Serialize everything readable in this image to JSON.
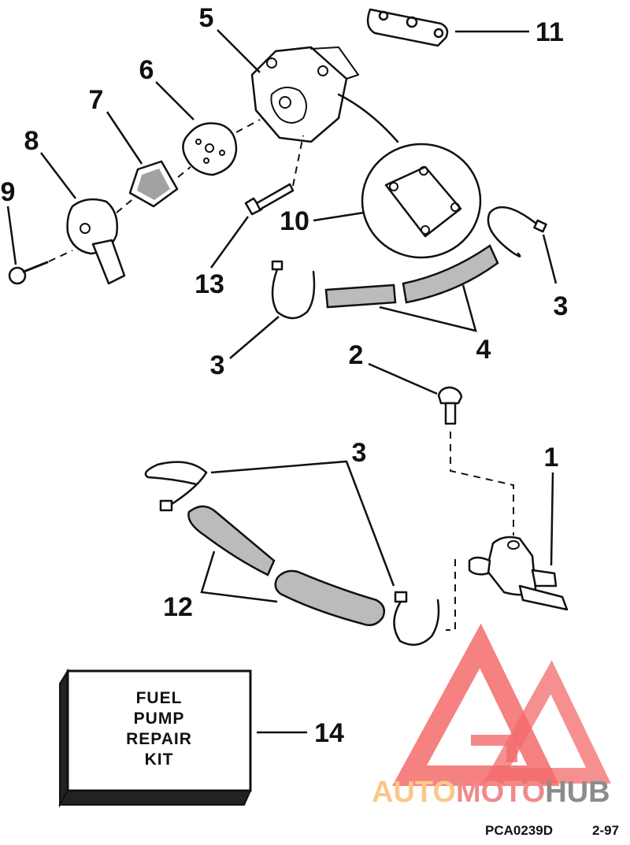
{
  "callouts": {
    "c1": "1",
    "c2": "2",
    "c3_upper_left": "3",
    "c3_upper_right": "3",
    "c3_lower": "3",
    "c4": "4",
    "c5": "5",
    "c6": "6",
    "c7": "7",
    "c8": "8",
    "c9": "9",
    "c10": "10",
    "c11": "11",
    "c12": "12",
    "c13": "13",
    "c14": "14"
  },
  "kit_box": {
    "line1": "FUEL",
    "line2": "PUMP",
    "line3": "REPAIR",
    "line4": "KIT"
  },
  "footer": {
    "drawing_code": "PCA0239D",
    "date_code": "2-97"
  },
  "watermark": {
    "part1": "AUTO",
    "part2": "MOTO",
    "part3": "HUB",
    "colors": {
      "auto": "#F9C88A",
      "moto": "#F08A8A",
      "hub": "#8C8C8C",
      "logo": "#F36B6B"
    }
  }
}
